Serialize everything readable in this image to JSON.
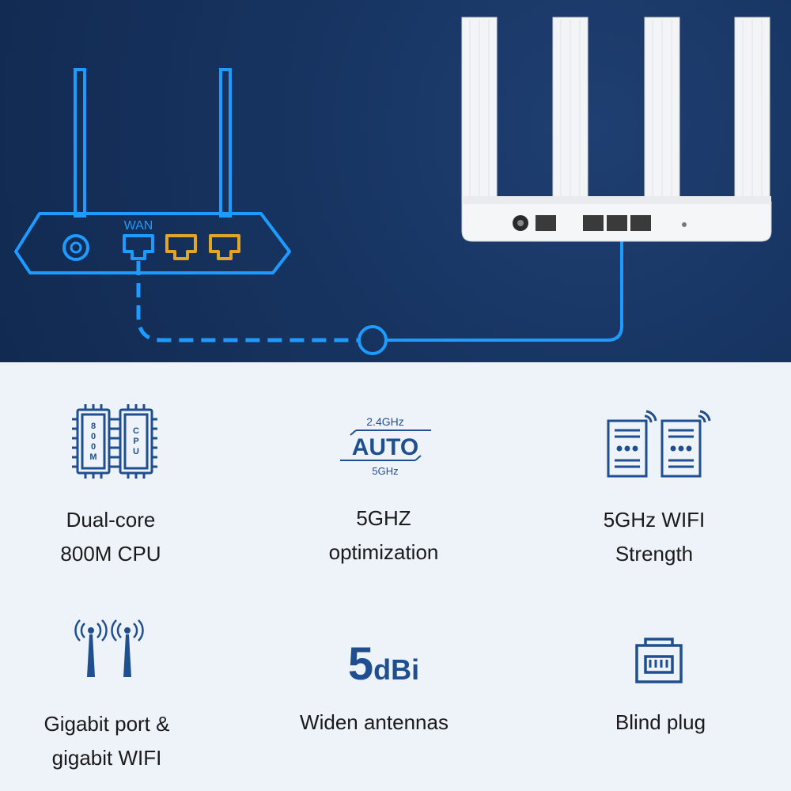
{
  "diagram": {
    "wan_label": "WAN"
  },
  "features": {
    "cpu": {
      "line1": "Dual-core",
      "line2": "800M CPU",
      "chip_left": [
        "8",
        "0",
        "0",
        "M"
      ],
      "chip_right": [
        "C",
        "P",
        "U"
      ]
    },
    "band": {
      "line1": "5GHZ",
      "line2": "optimization",
      "top": "2.4GHz",
      "middle": "AUTO",
      "bottom": "5GHz"
    },
    "wifi": {
      "line1": "5GHz WIFI",
      "line2": "Strength"
    },
    "antenna": {
      "line1": "Gigabit port &",
      "line2": "gigabit WIFI"
    },
    "dbi": {
      "line1": "Widen antennas",
      "value": "5",
      "unit": "dBi"
    },
    "plug": {
      "line1": "Blind plug"
    }
  },
  "colors": {
    "accent_blue": "#1e9bff",
    "port_yellow": "#e0a62a",
    "icon_blue": "#1f4f8f",
    "top_bg": "#173461"
  }
}
